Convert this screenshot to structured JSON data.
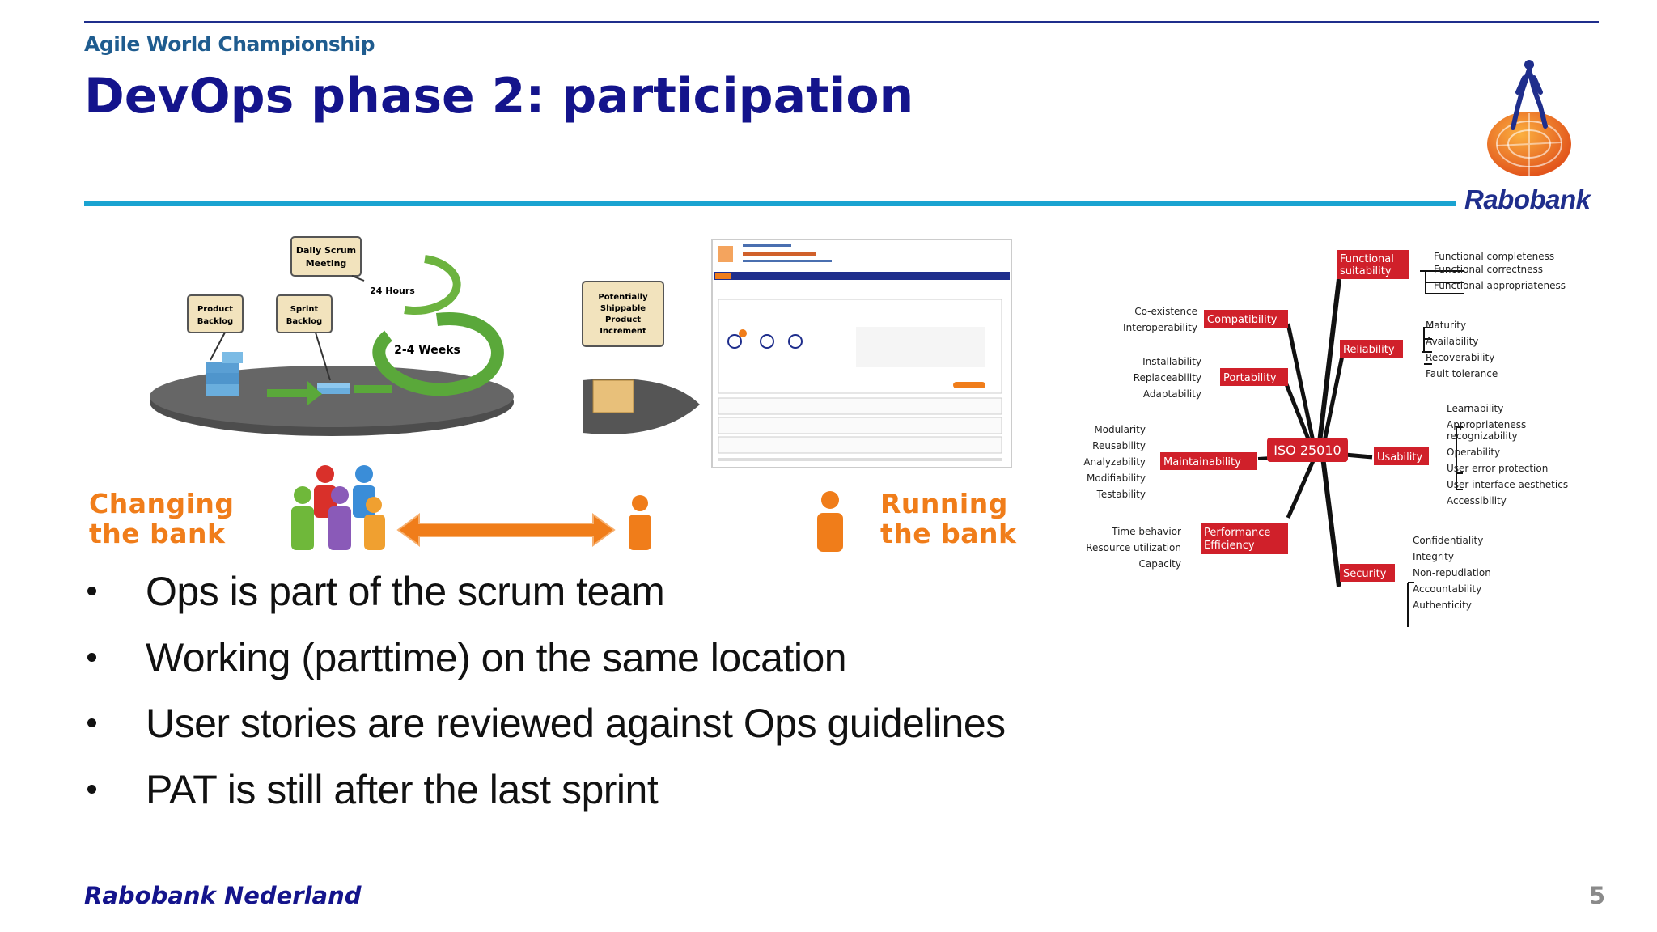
{
  "header": {
    "subtitle": "Agile World Championship",
    "title": "DevOps phase 2: participation",
    "logo_text": "Rabobank"
  },
  "scrum_diagram": {
    "daily_scrum": [
      "Daily Scrum",
      "Meeting"
    ],
    "product_backlog": [
      "Product",
      "Backlog"
    ],
    "sprint_backlog": [
      "Sprint",
      "Backlog"
    ],
    "hours": "24 Hours",
    "weeks": "2-4 Weeks",
    "increment": [
      "Potentially",
      "Shippable",
      "Product",
      "Increment"
    ]
  },
  "labels": {
    "changing": [
      "Changing",
      "the bank"
    ],
    "running": [
      "Running",
      "the bank"
    ]
  },
  "bullets": [
    "Ops is part of the scrum team",
    "Working (parttime) on the same location",
    "User stories are reviewed against Ops guidelines",
    "PAT is still after the last sprint"
  ],
  "mindmap": {
    "center": "ISO 25010",
    "branches": [
      {
        "name": "Functional suitability",
        "lines": [
          "Functional",
          "suitability"
        ],
        "children": [
          "Functional completeness",
          "Functional correctness",
          "Functional appropriateness"
        ]
      },
      {
        "name": "Compatibility",
        "children": [
          "Co-existence",
          "Interoperability"
        ]
      },
      {
        "name": "Reliability",
        "children": [
          "Maturity",
          "Availability",
          "Recoverability",
          "Fault tolerance"
        ]
      },
      {
        "name": "Portability",
        "children": [
          "Installability",
          "Replaceability",
          "Adaptability"
        ]
      },
      {
        "name": "Usability",
        "children": [
          "Learnability",
          "Appropriateness recognizability",
          "Operability",
          "User error protection",
          "User interface aesthetics",
          "Accessibility"
        ]
      },
      {
        "name": "Maintainability",
        "children": [
          "Modularity",
          "Reusability",
          "Analyzability",
          "Modifiability",
          "Testability"
        ]
      },
      {
        "name": "Performance Efficiency",
        "lines": [
          "Performance",
          "Efficiency"
        ],
        "children": [
          "Time behavior",
          "Resource utilization",
          "Capacity"
        ]
      },
      {
        "name": "Security",
        "children": [
          "Confidentiality",
          "Integrity",
          "Non-repudiation",
          "Accountability",
          "Authenticity"
        ]
      }
    ],
    "appropriateness_lines": [
      "Appropriateness",
      "recognizability"
    ]
  },
  "footer": {
    "org": "Rabobank Nederland",
    "page": "5"
  },
  "colors": {
    "title": "#14148c",
    "accent_rule": "#1aa3d1",
    "orange": "#f07d1a",
    "mindmap_red": "#d0202a"
  }
}
